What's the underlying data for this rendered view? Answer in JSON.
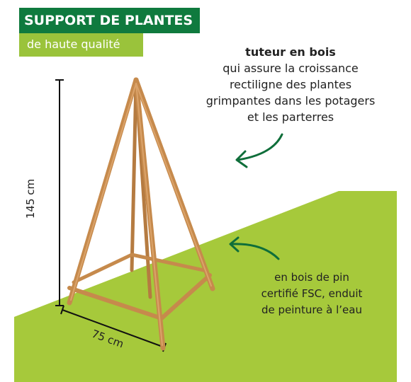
{
  "banner": {
    "title": "SUPPORT DE PLANTES",
    "subtitle": "de haute qualité"
  },
  "description_top": {
    "bold_line": "tuteur en bois",
    "lines": [
      "qui assure la croissance",
      "rectiligne des plantes",
      "grimpantes dans les potagers",
      "et les parterres"
    ]
  },
  "description_bottom": {
    "lines": [
      "en bois de pin",
      "certifié FSC, enduit",
      "de peinture à l’eau"
    ]
  },
  "dimensions": {
    "height": "145 cm",
    "width": "75 cm"
  },
  "colors": {
    "banner_green": "#0f7a3e",
    "lime_green": "#9ac33b",
    "ground_green": "#a6c93b",
    "wood": "#c68a4c",
    "arrow_green": "#0f6e3a"
  },
  "icons": [
    "curved-arrow-icon",
    "curved-arrow-icon"
  ]
}
